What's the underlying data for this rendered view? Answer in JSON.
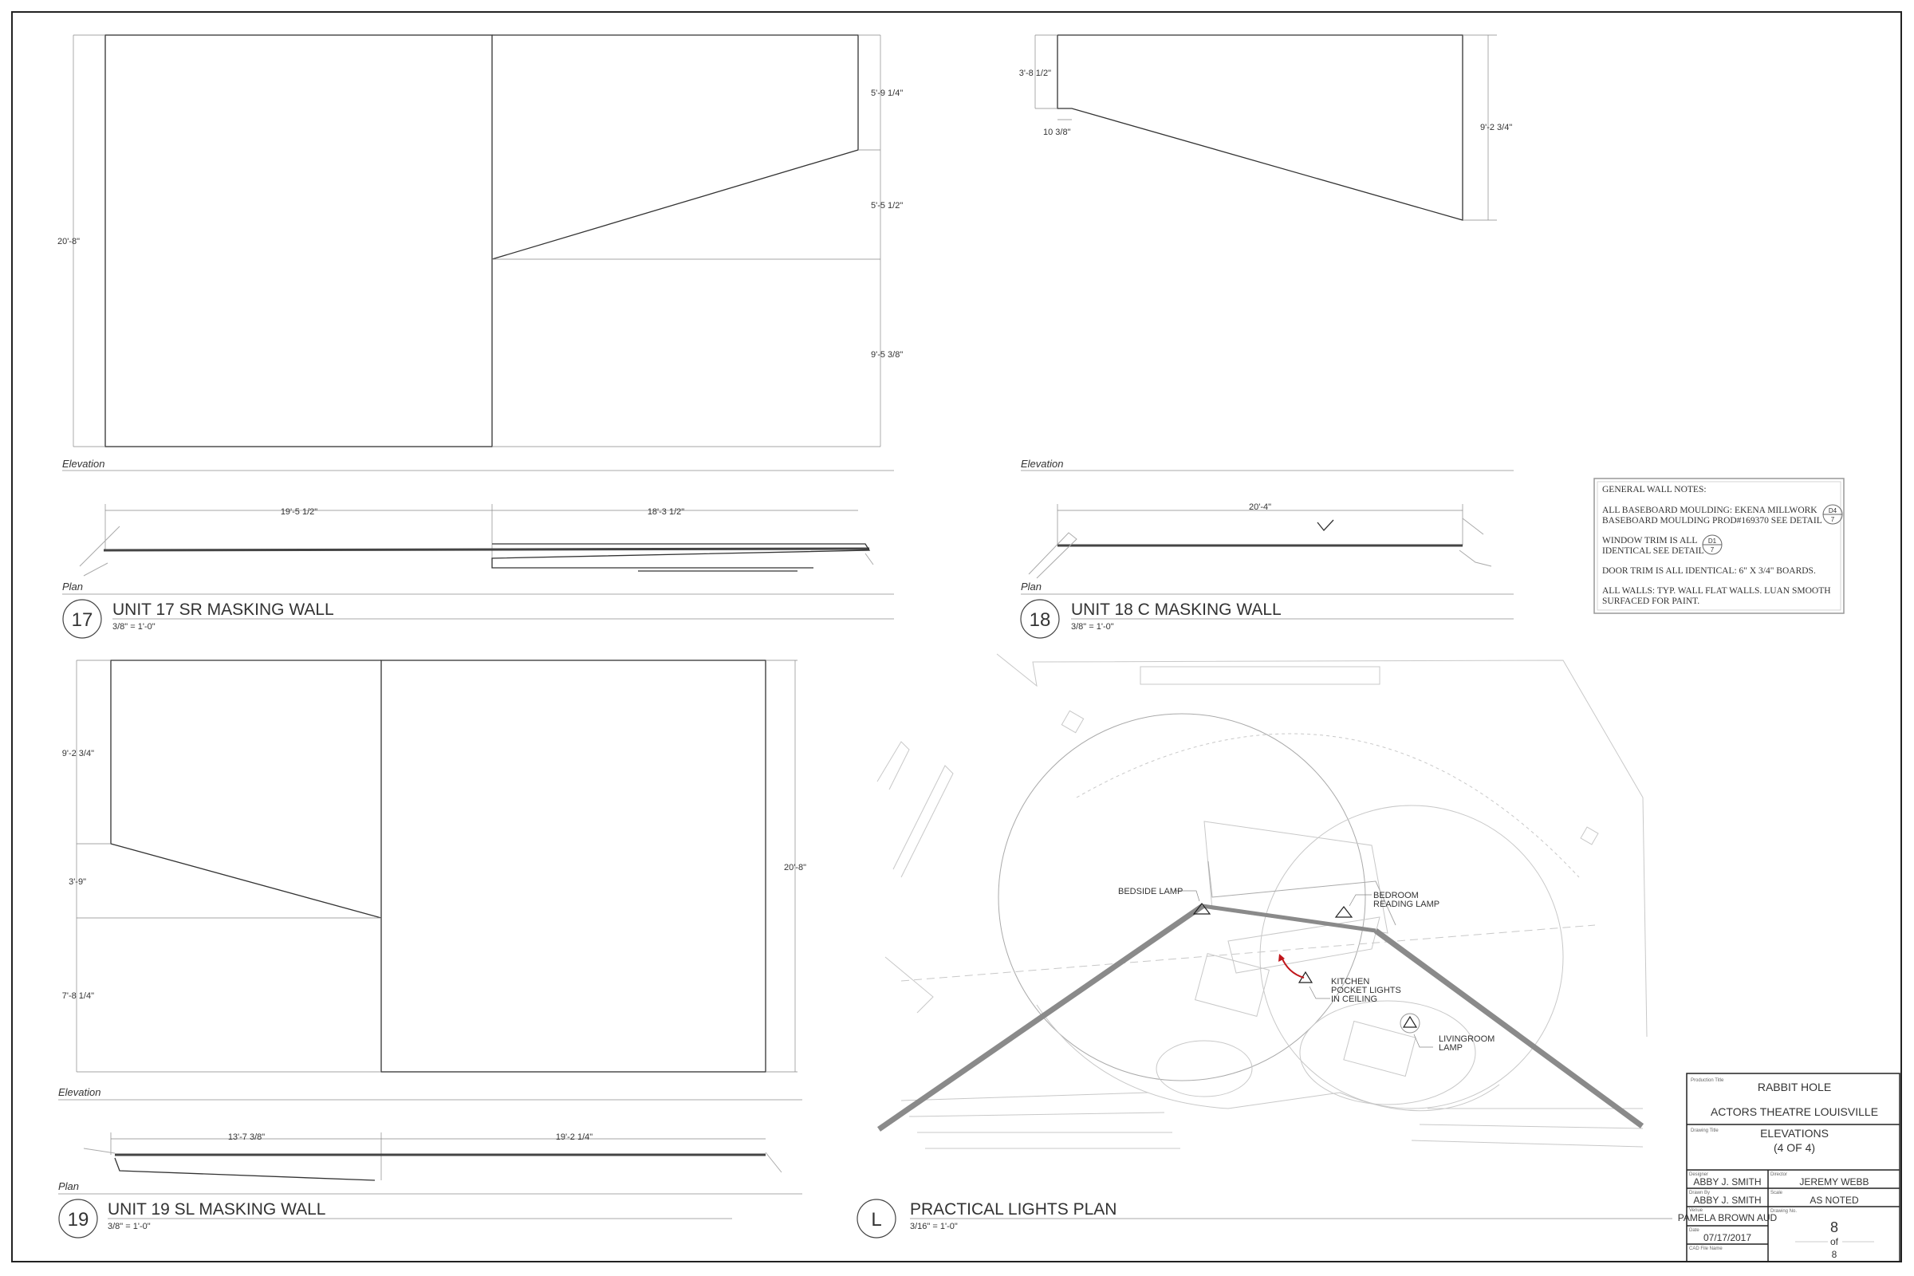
{
  "unit17": {
    "number": "17",
    "title": "UNIT 17 SR MASKING WALL",
    "scale": "3/8\" = 1'-0\"",
    "elevation_label": "Elevation",
    "plan_label": "Plan",
    "dims": {
      "height": "20'-8\"",
      "upper": "5'-9 1/4\"",
      "middle": "5'-5 1/2\"",
      "lower": "9'-5 3/8\"",
      "plan_left": "19'-5 1/2\"",
      "plan_right": "18'-3 1/2\""
    }
  },
  "unit18": {
    "number": "18",
    "title": "UNIT 18 C MASKING WALL",
    "scale": "3/8\" = 1'-0\"",
    "elevation_label": "Elevation",
    "plan_label": "Plan",
    "dims": {
      "left": "3'-8 1/2\"",
      "foot": "10 3/8\"",
      "right": "9'-2 3/4\"",
      "plan": "20'-4\""
    }
  },
  "unit19": {
    "number": "19",
    "title": "UNIT 19 SL MASKING WALL",
    "scale": "3/8\" = 1'-0\"",
    "elevation_label": "Elevation",
    "plan_label": "Plan",
    "dims": {
      "upper": "9'-2 3/4\"",
      "middle": "3'-9\"",
      "lower": "7'-8 1/4\"",
      "height": "20'-8\"",
      "plan_left": "13'-7 3/8\"",
      "plan_right": "19'-2 1/4\""
    }
  },
  "lights": {
    "number": "L",
    "title": "PRACTICAL LIGHTS PLAN",
    "scale": "3/16\" = 1'-0\"",
    "labels": {
      "bedside": "BEDSIDE LAMP",
      "reading": [
        "BEDROOM",
        "READING LAMP"
      ],
      "kitchen": [
        "KITCHEN",
        "POCKET LIGHTS",
        "IN CEILING"
      ],
      "living": [
        "LIVINGROOM",
        "LAMP"
      ]
    },
    "accent": "#c0161b"
  },
  "notes": {
    "heading": "GENERAL WALL NOTES:",
    "baseboard": [
      "ALL BASEBOARD MOULDING: EKENA MILLWORK",
      "BASEBOARD MOULDING PROD#169370 SEE DETAIL"
    ],
    "baseboard_ref": {
      "detail": "D4",
      "sheet": "7"
    },
    "window": [
      "WINDOW TRIM IS ALL",
      "IDENTICAL SEE DETAIL"
    ],
    "window_ref": {
      "detail": "D1",
      "sheet": "7"
    },
    "door": "DOOR TRIM IS ALL IDENTICAL: 6\" X 3/4\" BOARDS.",
    "walls": [
      "ALL WALLS: TYP. WALL FLAT WALLS. LUAN SMOOTH",
      "SURFACED FOR PAINT."
    ]
  },
  "title_block": {
    "production_title_label": "Production Title",
    "production_title": "RABBIT HOLE",
    "company": "ACTORS THEATRE LOUISVILLE",
    "drawing_title_label": "Drawing Title",
    "drawing_title": "ELEVATIONS",
    "drawing_subtitle": "(4 OF 4)",
    "designer_label": "Designer",
    "designer": "ABBY J. SMITH",
    "director_label": "Director",
    "director": "JEREMY WEBB",
    "drawn_by_label": "Drawn By",
    "drawn_by": "ABBY J. SMITH",
    "scale_label": "Scale",
    "scale": "AS NOTED",
    "venue_label": "Venue",
    "venue": "PAMELA BROWN AUD",
    "date_label": "Date",
    "date": "07/17/2017",
    "cad_label": "CAD File Name",
    "drawing_no_label": "Drawing No.",
    "drawing_no": "8",
    "of_label": "of",
    "total": "8"
  }
}
